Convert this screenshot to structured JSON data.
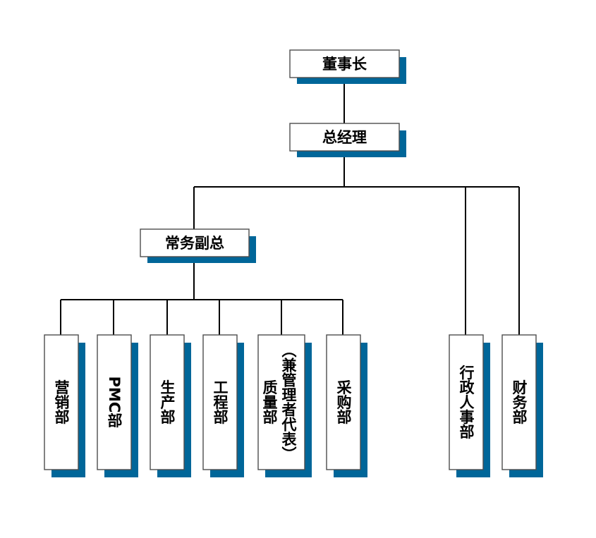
{
  "org_chart": {
    "top": [
      {
        "id": "chairman",
        "label": "董事长"
      },
      {
        "id": "gm",
        "label": "总经理"
      },
      {
        "id": "deputy",
        "label": "常务副总"
      }
    ],
    "departments": [
      {
        "id": "sales",
        "lines": [
          "营销部"
        ]
      },
      {
        "id": "pmc",
        "lines": [
          "PMC部"
        ]
      },
      {
        "id": "production",
        "lines": [
          "生产部"
        ]
      },
      {
        "id": "engineering",
        "lines": [
          "工程部"
        ]
      },
      {
        "id": "quality",
        "lines": [
          "（兼管理者代表）",
          "质量部"
        ]
      },
      {
        "id": "purchasing",
        "lines": [
          "采购部"
        ]
      },
      {
        "id": "hr-admin",
        "lines": [
          "行政人事部"
        ]
      },
      {
        "id": "finance",
        "lines": [
          "财务部"
        ]
      }
    ],
    "colors": {
      "shadow": "#006699",
      "box_border": "#4d4d4d",
      "line": "#000000"
    }
  }
}
